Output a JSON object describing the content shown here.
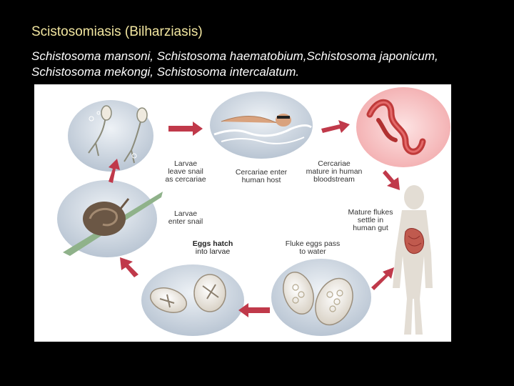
{
  "slide": {
    "title": "Scistosomiasis (Bilharziasis)",
    "species_line1": "Schistosoma mansoni, Schistosoma haematobium,Schistosoma japonicum,",
    "species_line2": "Schistosoma mekongi, Schistosoma intercalatum."
  },
  "diagram": {
    "labels": {
      "larvae_leave_1": "Larvae",
      "larvae_leave_2": "leave snail",
      "larvae_leave_3": "as cercariae",
      "cercariae_enter_1": "Cercariae enter",
      "cercariae_enter_2": "human host",
      "cercariae_mature_1": "Cercariae",
      "cercariae_mature_2": "mature in human",
      "cercariae_mature_3": "bloodstream",
      "larvae_enter_1": "Larvae",
      "larvae_enter_2": "enter snail",
      "mature_flukes_1": "Mature flukes",
      "mature_flukes_2": "settle in",
      "mature_flukes_3": "human gut",
      "eggs_hatch_1": "Eggs hatch",
      "eggs_hatch_2": "into larvae",
      "fluke_eggs_1": "Fluke eggs pass",
      "fluke_eggs_2": "to water"
    },
    "colors": {
      "arrow": "#c0394a",
      "water": "#c9d3df",
      "worm_bg": "#f4b8b8",
      "body": "#e3ddd4"
    }
  }
}
